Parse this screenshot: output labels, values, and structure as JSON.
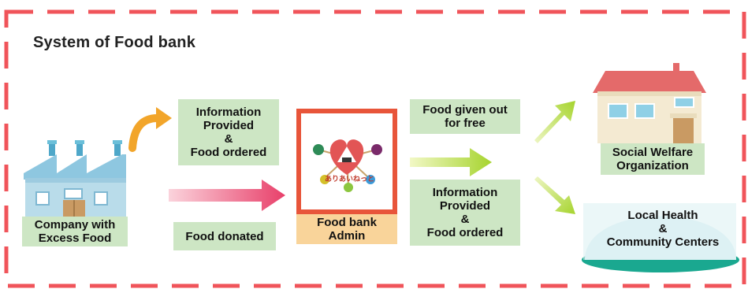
{
  "title": "System of Food bank",
  "nodes": {
    "company": "Company with\nExcess Food",
    "admin": "Food bank\nAdmin",
    "admin_logo_text": "ありあいねっと",
    "social": "Social Welfare\nOrganization",
    "health": "Local Health\n&\nCommunity Centers"
  },
  "flows": {
    "info_left": "Information\nProvided\n&\nFood ordered",
    "donated": "Food donated",
    "free": "Food given out\nfor free",
    "info_right": "Information\nProvided\n&\nFood ordered"
  },
  "colors": {
    "frame": "#f0545a",
    "box": "#cde6c4",
    "admin_bg": "#e8553a",
    "admin_label_bg": "#f9d49a",
    "arrow_orange": "#f2a52a",
    "arrow_pink": "#e8406a",
    "arrow_green": "#a6d42e"
  }
}
